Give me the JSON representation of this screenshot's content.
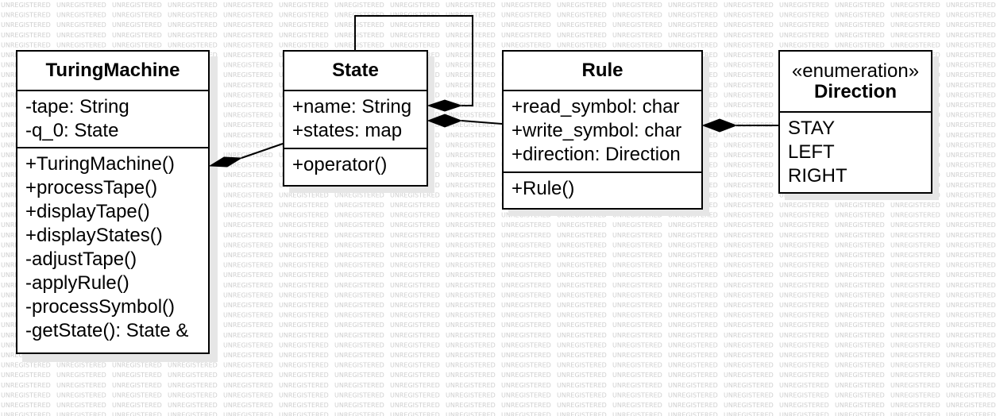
{
  "watermark_text": "UNREGISTERED",
  "classes": {
    "turing_machine": {
      "name": "TuringMachine",
      "attributes": [
        "-tape: String",
        "-q_0: State"
      ],
      "operations": [
        "+TuringMachine()",
        "+processTape()",
        "+displayTape()",
        "+displayStates()",
        "-adjustTape()",
        "-applyRule()",
        "-processSymbol()",
        "-getState(): State &"
      ]
    },
    "state": {
      "name": "State",
      "attributes": [
        "+name: String",
        "+states: map"
      ],
      "operations": [
        "+operator()"
      ]
    },
    "rule": {
      "name": "Rule",
      "attributes": [
        "+read_symbol: char",
        "+write_symbol: char",
        "+direction: Direction"
      ],
      "operations": [
        "+Rule()"
      ]
    },
    "direction": {
      "stereotype": "«enumeration»",
      "name": "Direction",
      "literals": [
        "STAY",
        "LEFT",
        "RIGHT"
      ]
    }
  }
}
